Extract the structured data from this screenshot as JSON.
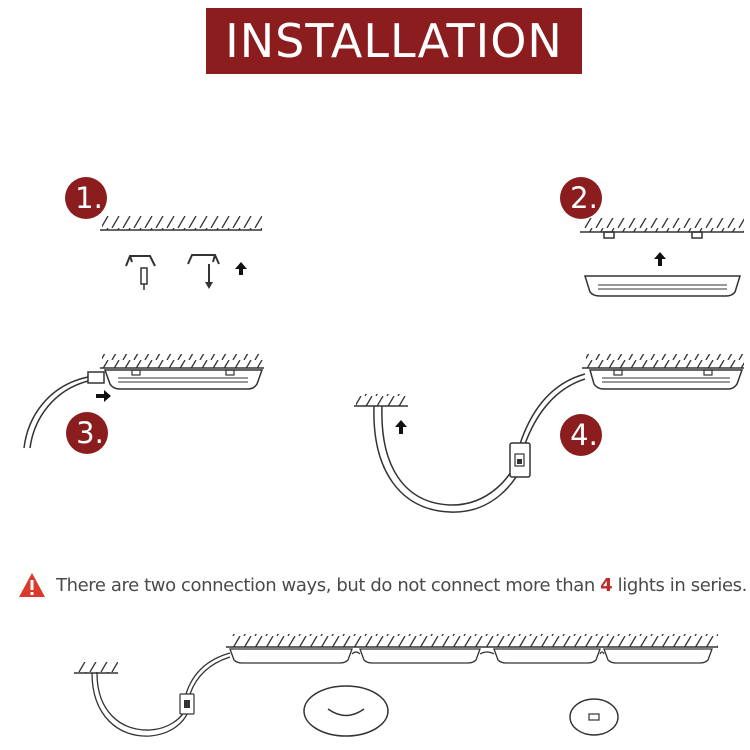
{
  "title": "INSTALLATION",
  "steps": [
    {
      "label": "1."
    },
    {
      "label": "2."
    },
    {
      "label": "3."
    },
    {
      "label": "4."
    }
  ],
  "warning": {
    "icon": "warning-triangle-icon",
    "text_before": "There are two connection ways, but do not connect more than ",
    "highlight": "4",
    "text_after": " lights in series."
  },
  "colors": {
    "banner": "#8b1d1f",
    "badge": "#8b1d1f",
    "warning_icon": "#d93a2b",
    "highlight": "#c0282c",
    "line": "#333333"
  }
}
